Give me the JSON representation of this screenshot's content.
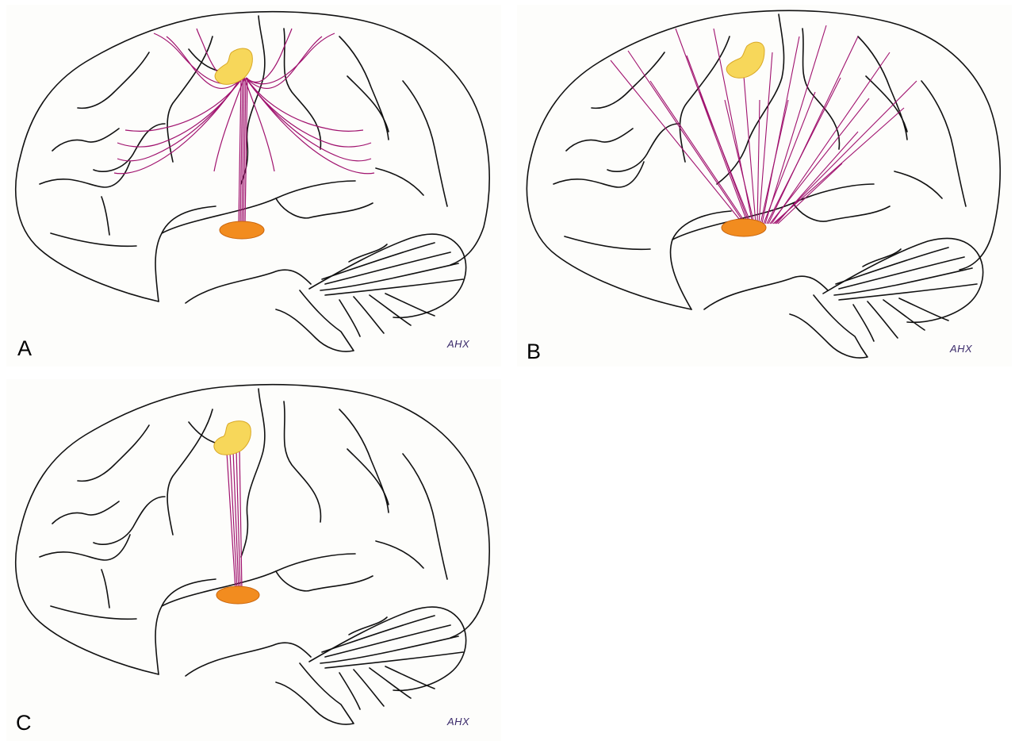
{
  "panels": [
    {
      "id": "A",
      "letter": "A",
      "signature": "AHX",
      "tract": "fanning"
    },
    {
      "id": "B",
      "letter": "B",
      "signature": "AHX",
      "tract": "radiating"
    },
    {
      "id": "C",
      "letter": "C",
      "signature": "AHX",
      "tract": "direct"
    }
  ],
  "colors": {
    "outline": "#111111",
    "tract": "#a0126e",
    "cortical_region_fill": "#f7d75a",
    "cortical_region_stroke": "#d9a826",
    "deep_nucleus_fill": "#f28c1f",
    "deep_nucleus_stroke": "#c9650d"
  }
}
